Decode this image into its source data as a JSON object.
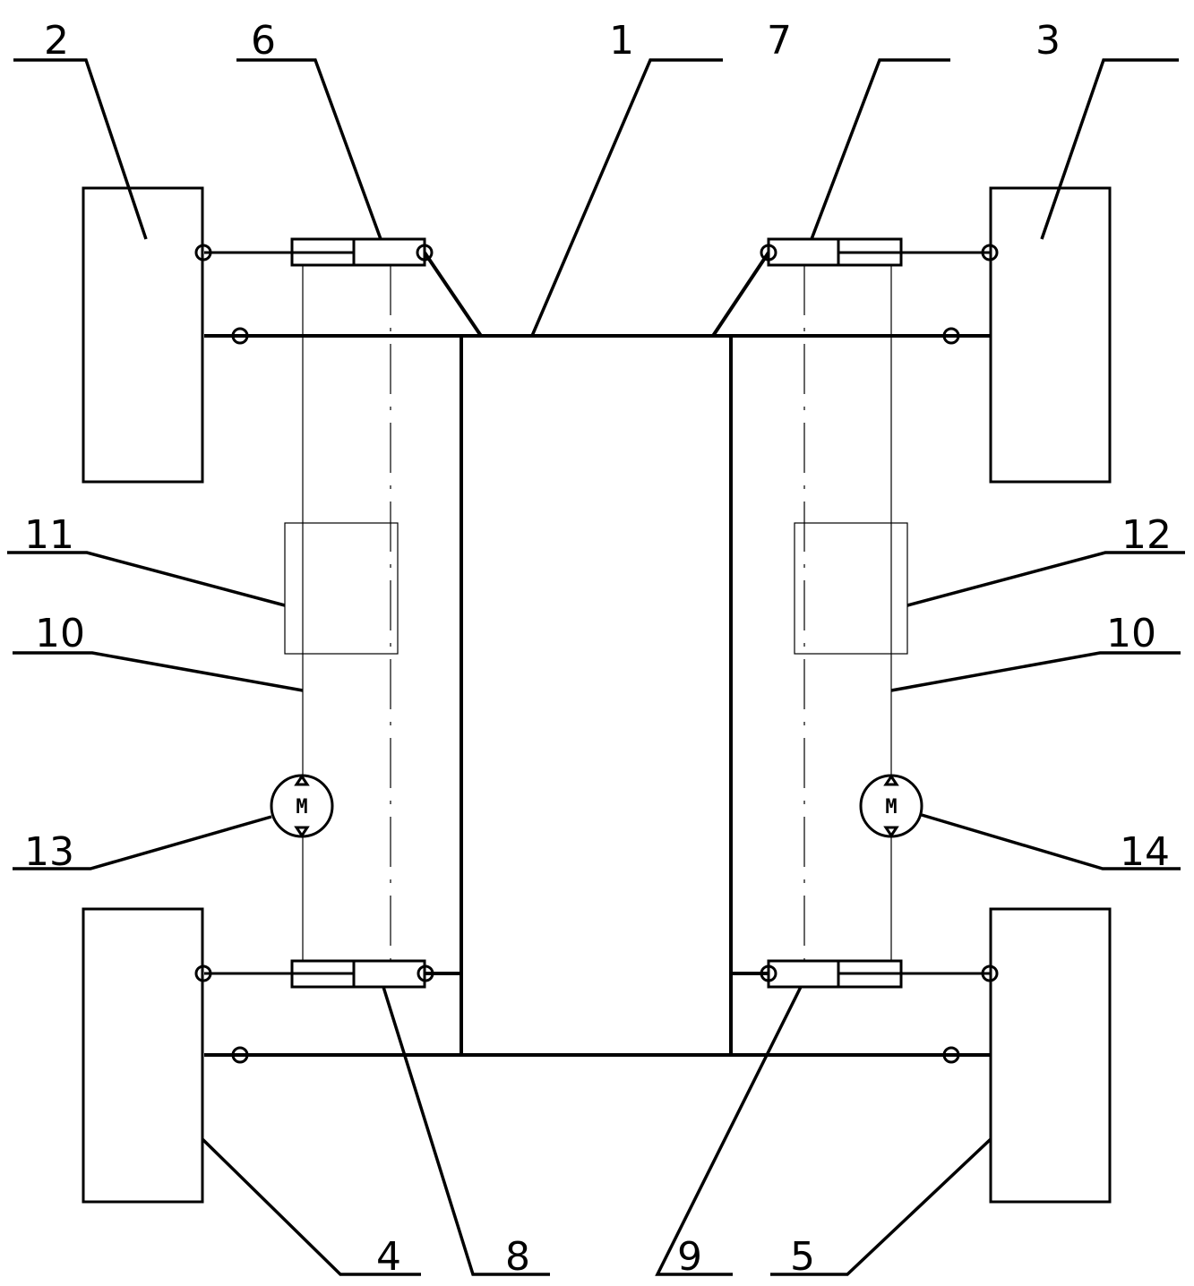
{
  "figure": {
    "type": "patent-schematic",
    "description": "Vehicle chassis steering schematic with four wheels, hydraulic cylinders, controllers and motors",
    "line_color": "#000000",
    "background": "#ffffff"
  },
  "labels": {
    "frame": "1",
    "wheel_front_left": "2",
    "wheel_front_right": "3",
    "wheel_rear_left": "4",
    "wheel_rear_right": "5",
    "cylinder_front_left": "6",
    "cylinder_front_right": "7",
    "cylinder_rear_left": "8",
    "cylinder_rear_right": "9",
    "pipeline_left": "10",
    "pipeline_right": "10",
    "controller_left": "11",
    "controller_right": "12",
    "motor_left": "13",
    "motor_right": "14"
  },
  "motor_symbol": "M"
}
